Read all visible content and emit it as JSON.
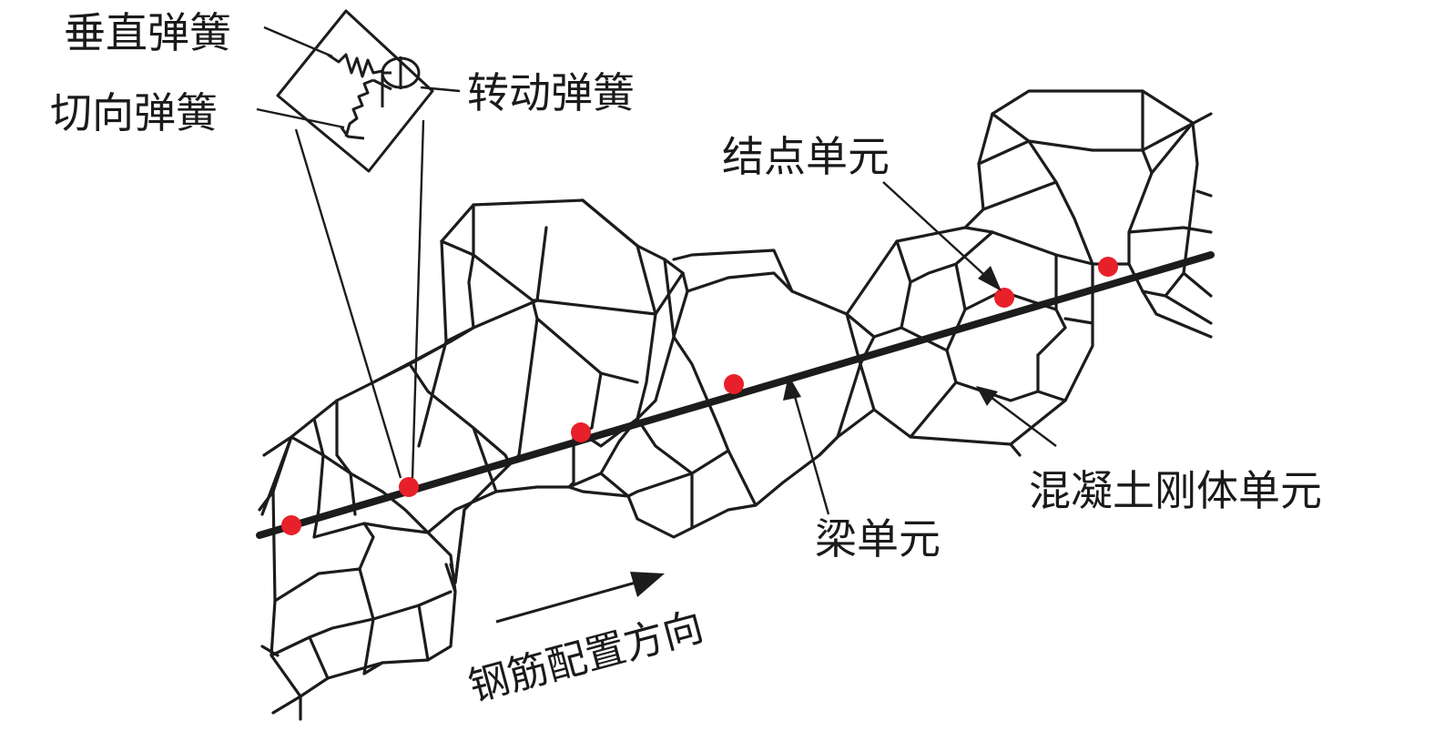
{
  "labels": {
    "vertical_spring": "垂直弹簧",
    "shear_spring": "切向弹簧",
    "rotational_spring": "转动弹簧",
    "node_element": "结点单元",
    "beam_element": "梁单元",
    "concrete_rigid_element": "混凝土刚体单元",
    "rebar_direction": "钢筋配置方向"
  },
  "colors": {
    "node_dot": "#e8202a",
    "line": "#1c1c1c",
    "background": "#ffffff"
  },
  "diagram": {
    "nodes": 6,
    "node_color_meaning": "node_element"
  }
}
